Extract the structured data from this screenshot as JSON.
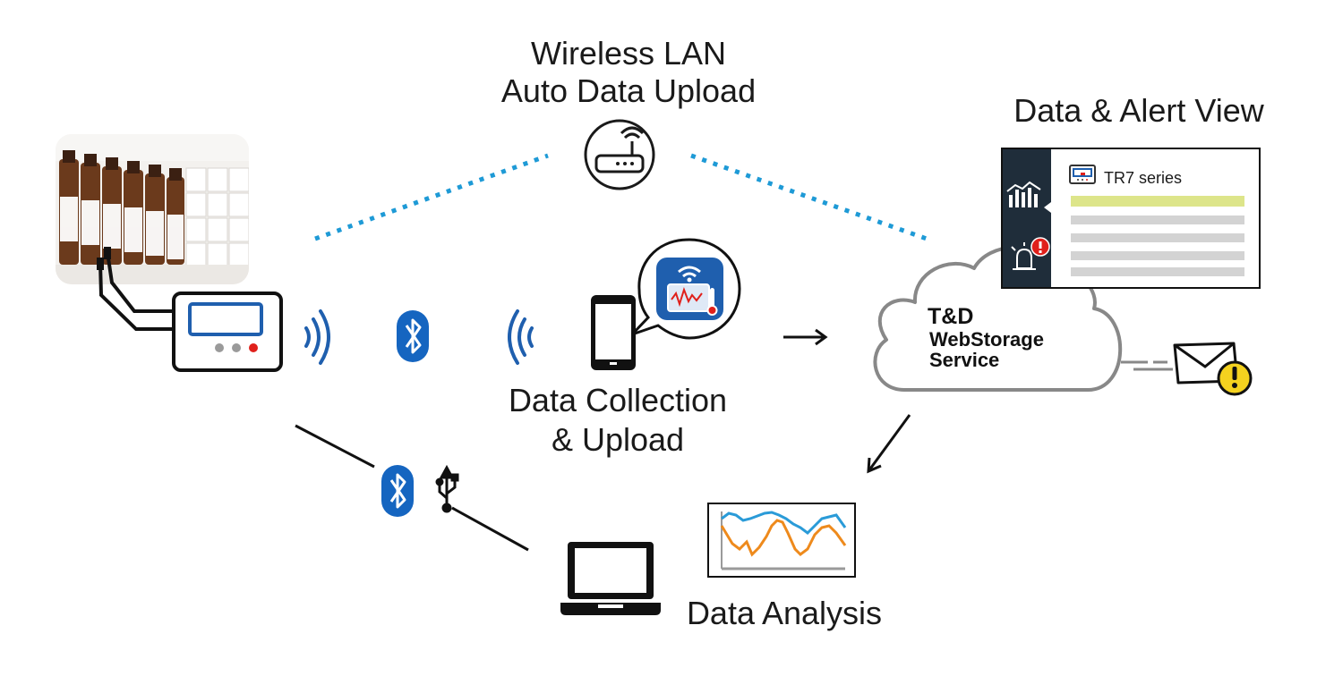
{
  "labels": {
    "wireless_line1": "Wireless LAN",
    "wireless_line2": "Auto Data Upload",
    "data_alert_view": "Data & Alert View",
    "collection_line1": "Data Collection",
    "collection_line2": "& Upload",
    "analysis": "Data Analysis"
  },
  "cloud": {
    "line1": "T&D",
    "line2": "WebStorage",
    "line3": "Service"
  },
  "viewer": {
    "device_label": "TR7 series"
  },
  "colors": {
    "wifi_dots": "#1e9ad6",
    "bluetooth": "#1565c0",
    "app_icon": "#1f5fae",
    "alert_red": "#e0201b",
    "alert_yellow": "#f4d21f",
    "chart_blue": "#2a9bd8",
    "chart_orange": "#ee8a1c",
    "viewer_sidebar": "#1f2d3a",
    "viewer_highlight": "#dde58a"
  },
  "icons": [
    "router-icon",
    "data-logger-icon",
    "bluetooth-icon",
    "usb-icon",
    "smartphone-icon",
    "app-icon",
    "laptop-icon",
    "cloud-icon",
    "email-alert-icon",
    "graph-icon",
    "alarm-icon"
  ]
}
